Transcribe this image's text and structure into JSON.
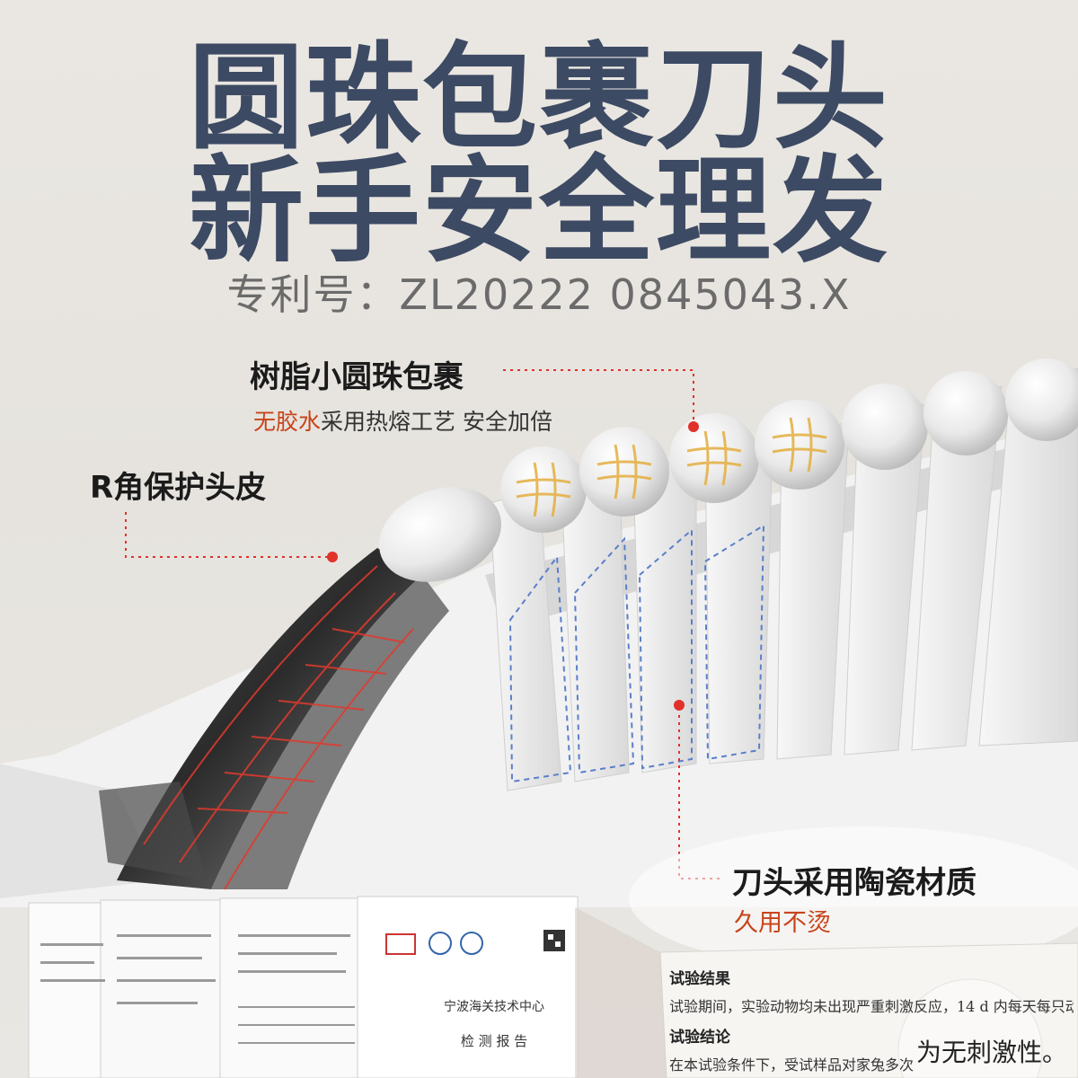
{
  "headline": {
    "line1": "圆珠包裹刀头",
    "line2": "新手安全理发"
  },
  "patent_number": "专利号：ZL20222 0845043.X",
  "callouts": {
    "resin_beads": {
      "title": "树脂小圆珠包裹",
      "sub_highlight": "无胶水",
      "sub_rest": "采用热熔工艺 安全加倍"
    },
    "r_corner": {
      "title": "R角保护头皮"
    },
    "ceramic_blade": {
      "title": "刀头采用陶瓷材质",
      "sub": "久用不烫"
    }
  },
  "reports": {
    "institute": "宁波海关技术中心",
    "report_title": "检 测 报 告",
    "result_heading": "试验结果",
    "result_text": "试验期间，实验动物均未出现严重刺激反应，14 d 内每天每只动",
    "conclusion_heading": "试验结论",
    "conclusion_text": "在本试验条件下，受试样品对家兔多次",
    "magnified_text": "为无刺激性。"
  },
  "colors": {
    "headline": "#3d4a63",
    "accent": "#c9431a",
    "callout_dot": "#e0322b"
  }
}
